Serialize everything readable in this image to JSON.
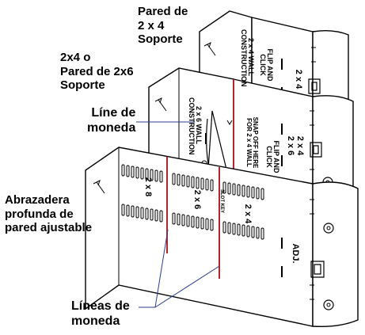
{
  "labels": {
    "wall_2x4": {
      "lines": [
        "Pared de",
        "2 x 4",
        "Soporte"
      ]
    },
    "wall_2x4_or_2x6": {
      "lines": [
        "2x4 o",
        "Pared de 2x6",
        "Soporte"
      ]
    },
    "coin_line": {
      "lines": [
        "Líne de",
        "moneda"
      ]
    },
    "adjustable_deep_wall": {
      "lines": [
        "Abrazadera",
        "profunda de",
        "pared ajustable"
      ]
    },
    "coin_lines": {
      "lines": [
        "Líneas de",
        "moneda"
      ]
    }
  },
  "panel_text": {
    "top": {
      "construction": [
        "2 x 4 WALL",
        "CONSTRUCTION"
      ],
      "flip": [
        "FLIP AND",
        "CLICK"
      ],
      "size": "2 x 4"
    },
    "middle": {
      "construction": [
        "2 x 6 WALL",
        "CONSTRUCTION"
      ],
      "snap": [
        "SNAP OFF HERE",
        "FOR 2 x 4 WALL"
      ],
      "flip": [
        "FLIP AND",
        "CLICK"
      ],
      "size": [
        "2 x 4",
        "2 x 6"
      ]
    },
    "bottom": {
      "sizes": [
        "2 x 8",
        "2 x 6",
        "2 x 4"
      ],
      "slot": "SLOT KEY",
      "side": "ADJ."
    }
  },
  "colors": {
    "ink": "#000000",
    "coin_line": "#b3262c",
    "leader": "#2b3f8f",
    "paper": "#ffffff"
  }
}
